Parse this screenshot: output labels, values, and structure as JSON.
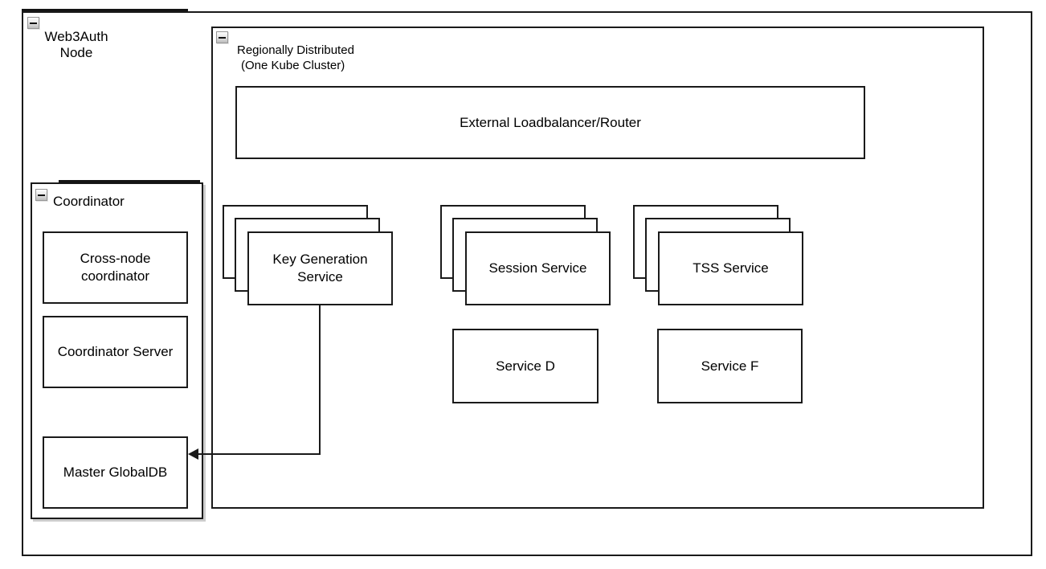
{
  "colors": {
    "background": "#ffffff",
    "border": "#1a1a1a",
    "coordinator_shadow": "#cccccc",
    "collapse_button_border": "#979797",
    "collapse_button_fill_top": "#fefefe",
    "collapse_button_fill_bottom": "#bcbcbc"
  },
  "icons": {
    "collapse": "minus"
  },
  "containers": {
    "web3auth": {
      "label_line1": "Web3Auth",
      "label_line2": "Node"
    },
    "regional": {
      "label_line1": "Regionally Distributed",
      "label_line2": "(One Kube Cluster)"
    },
    "coordinator": {
      "label": "Coordinator"
    }
  },
  "nodes": {
    "external_lb": {
      "label": "External Loadbalancer/Router"
    },
    "key_gen": {
      "line1": "Key Generation",
      "line2": "Service",
      "stack_count": 3
    },
    "session": {
      "label": "Session Service",
      "stack_count": 3
    },
    "tss": {
      "label": "TSS Service",
      "stack_count": 3
    },
    "service_d": {
      "label": "Service D"
    },
    "service_f": {
      "label": "Service F"
    },
    "cross_node": {
      "line1": "Cross-node",
      "line2": "coordinator"
    },
    "coordinator_server": {
      "label": "Coordinator Server"
    },
    "master_globaldb": {
      "label": "Master GlobalDB"
    }
  },
  "edges": {
    "keygen_to_globaldb": {
      "from": "Key Generation Service",
      "to": "Master GlobalDB",
      "style": "orthogonal",
      "arrow_direction": "left"
    }
  }
}
